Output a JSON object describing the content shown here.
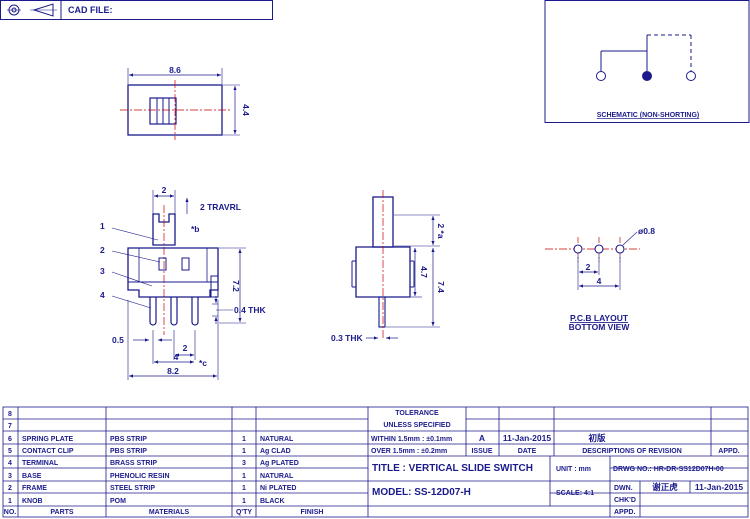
{
  "header": {
    "cad_file_label": "CAD FILE:"
  },
  "schematic": {
    "label": "SCHEMATIC (NON-SHORTING)"
  },
  "top_view": {
    "dim_width": "8.6",
    "dim_height": "4.4"
  },
  "front_view": {
    "dim_travel_width": "2",
    "travel_label": "2 TRAVRL",
    "note_b": "*b",
    "dim_height": "7.2",
    "dim_thk": "0.4 THK",
    "dim_pin_width": "0.5",
    "dim_pin_pitch": "2",
    "dim_pin_span": "4",
    "note_c": "*c",
    "dim_total": "8.2",
    "callouts": [
      "1",
      "2",
      "3",
      "4"
    ]
  },
  "side_view": {
    "note_a": "2 *a",
    "dim_body": "4.7",
    "dim_total": "7.4",
    "dim_thk": "0.3 THK"
  },
  "pcb": {
    "hole_dia": "ø0.8",
    "pitch": "2",
    "span": "4",
    "label_line1": "P.C.B LAYOUT",
    "label_line2": "BOTTOM VIEW"
  },
  "bom": {
    "headers": {
      "no": "NO.",
      "parts": "PARTS",
      "materials": "MATERIALS",
      "qty": "Q'TY",
      "finish": "FINISH"
    },
    "rows": [
      {
        "no": "8",
        "part": "",
        "material": "",
        "qty": "",
        "finish": ""
      },
      {
        "no": "7",
        "part": "",
        "material": "",
        "qty": "",
        "finish": ""
      },
      {
        "no": "6",
        "part": "SPRING PLATE",
        "material": "PBS STRIP",
        "qty": "1",
        "finish": "NATURAL"
      },
      {
        "no": "5",
        "part": "CONTACT CLIP",
        "material": "PBS STRIP",
        "qty": "1",
        "finish": "Ag CLAD"
      },
      {
        "no": "4",
        "part": "TERMINAL",
        "material": "BRASS STRIP",
        "qty": "3",
        "finish": "Ag PLATED"
      },
      {
        "no": "3",
        "part": "BASE",
        "material": "PHENOLIC RESIN",
        "qty": "1",
        "finish": "NATURAL"
      },
      {
        "no": "2",
        "part": "FRAME",
        "material": "STEEL STRIP",
        "qty": "1",
        "finish": "Ni PLATED"
      },
      {
        "no": "1",
        "part": "KNOB",
        "material": "POM",
        "qty": "1",
        "finish": "BLACK"
      }
    ]
  },
  "tolerance": {
    "title": "TOLERANCE",
    "subtitle": "UNLESS   SPECIFIED",
    "within": "WITHIN 1.5mm : ±0.1mm",
    "over": "OVER 1.5mm : ±0.2mm"
  },
  "revision": {
    "issue_value": "A",
    "date_value": "11-Jan-2015",
    "description_value": "初版",
    "issue_label": "ISSUE",
    "date_label": "DATE",
    "description_label": "DESCRIPTIONS OF REVISION",
    "appd_label": "APPD."
  },
  "title_block": {
    "title": "TITLE :  VERTICAL SLIDE SWITCH",
    "unit": "UNIT :  mm",
    "drwg_no": "DRWG NO.:  HR-DR-SS12D07H-00",
    "model": "MODEL:  SS-12D07-H",
    "scale": "SCALE:  4:1",
    "dwn_label": "DWN.",
    "dwn_name": "谢正虎",
    "dwn_date": "11-Jan-2015",
    "chkd_label": "CHK'D",
    "appd_label": "APPD."
  }
}
